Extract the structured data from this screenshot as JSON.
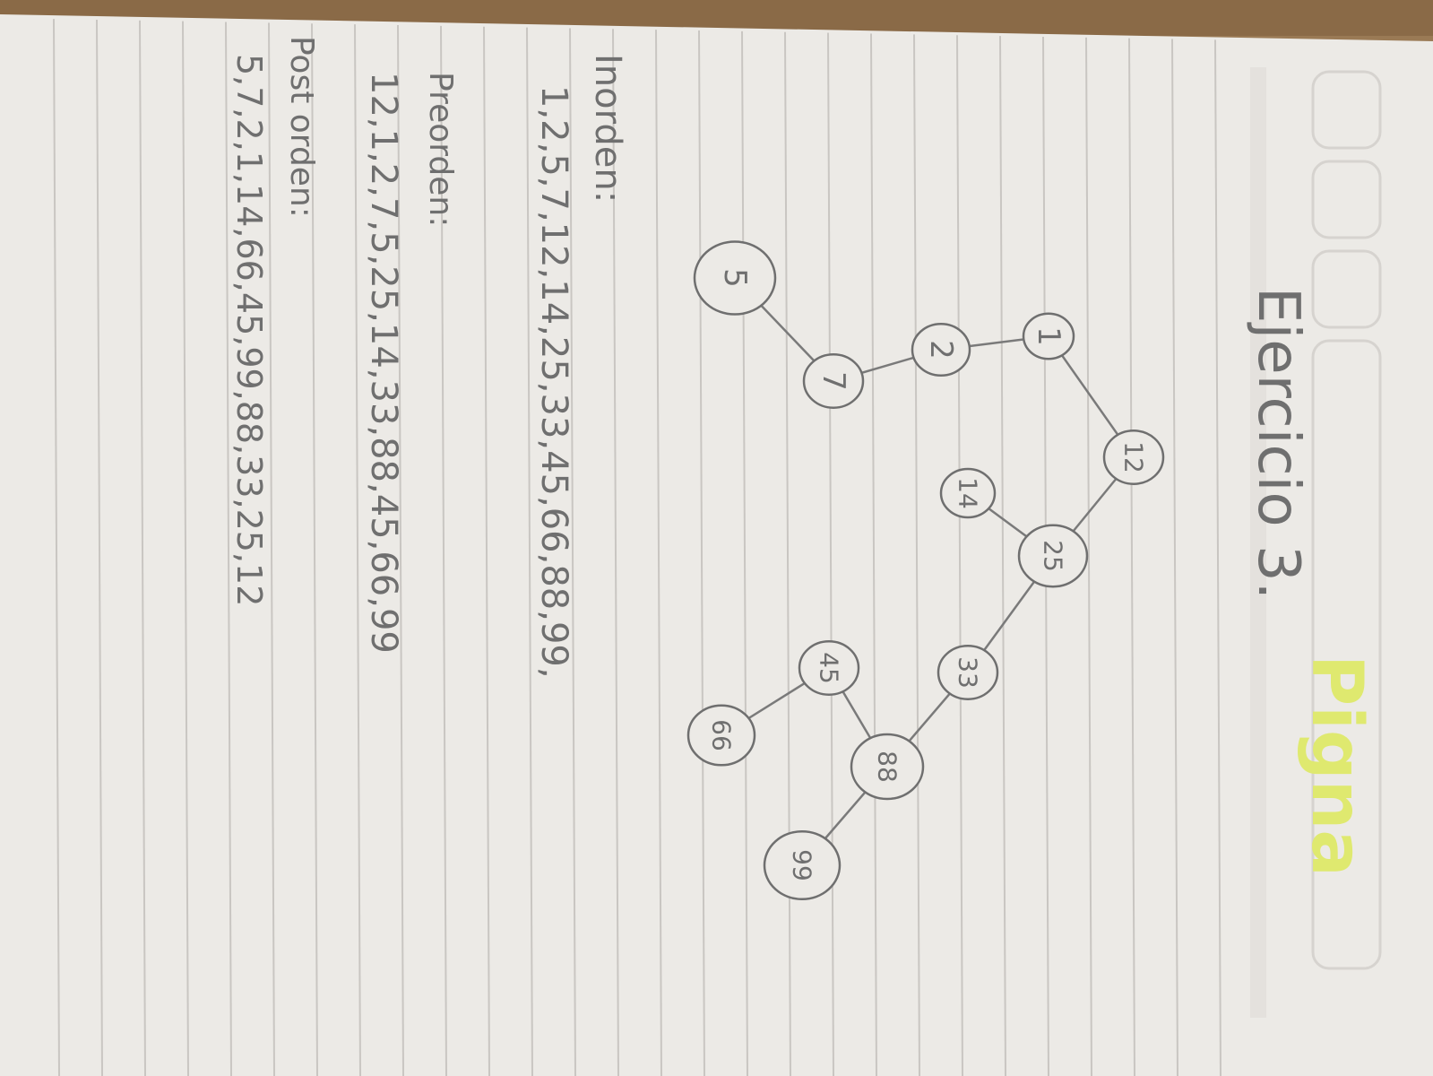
{
  "title": "Ejercicio 3.",
  "brand": "Pigna",
  "tree": {
    "nodes": [
      {
        "id": "n12",
        "label": "12"
      },
      {
        "id": "n1",
        "label": "1"
      },
      {
        "id": "n2",
        "label": "2"
      },
      {
        "id": "n7",
        "label": "7"
      },
      {
        "id": "n5",
        "label": "5"
      },
      {
        "id": "n25",
        "label": "25"
      },
      {
        "id": "n14",
        "label": "14"
      },
      {
        "id": "n33",
        "label": "33"
      },
      {
        "id": "n88",
        "label": "88"
      },
      {
        "id": "n45",
        "label": "45"
      },
      {
        "id": "n66",
        "label": "66"
      },
      {
        "id": "n99",
        "label": "99"
      }
    ],
    "edges": [
      [
        "n12",
        "n1"
      ],
      [
        "n1",
        "n2"
      ],
      [
        "n2",
        "n7"
      ],
      [
        "n7",
        "n5"
      ],
      [
        "n12",
        "n25"
      ],
      [
        "n25",
        "n14"
      ],
      [
        "n25",
        "n33"
      ],
      [
        "n33",
        "n88"
      ],
      [
        "n88",
        "n45"
      ],
      [
        "n45",
        "n66"
      ],
      [
        "n88",
        "n99"
      ]
    ]
  },
  "traversals": [
    {
      "label": "Inorden:",
      "sequence": "1,2,5,7,12,14,25,33,45,66,88,99,"
    },
    {
      "label": "Preorden:",
      "sequence": "12,1,2,7,5,25,14,33,88,45,66,99"
    },
    {
      "label": "Post orden:",
      "sequence": "5,7,2,1,14,66,45,99,88,33,25,12"
    }
  ],
  "colors": {
    "paper": "#eceae6",
    "line": "#c9c6c2",
    "pencil": "#6f6f6f",
    "brand": "#dfe96f",
    "table": "#9a7a55"
  }
}
